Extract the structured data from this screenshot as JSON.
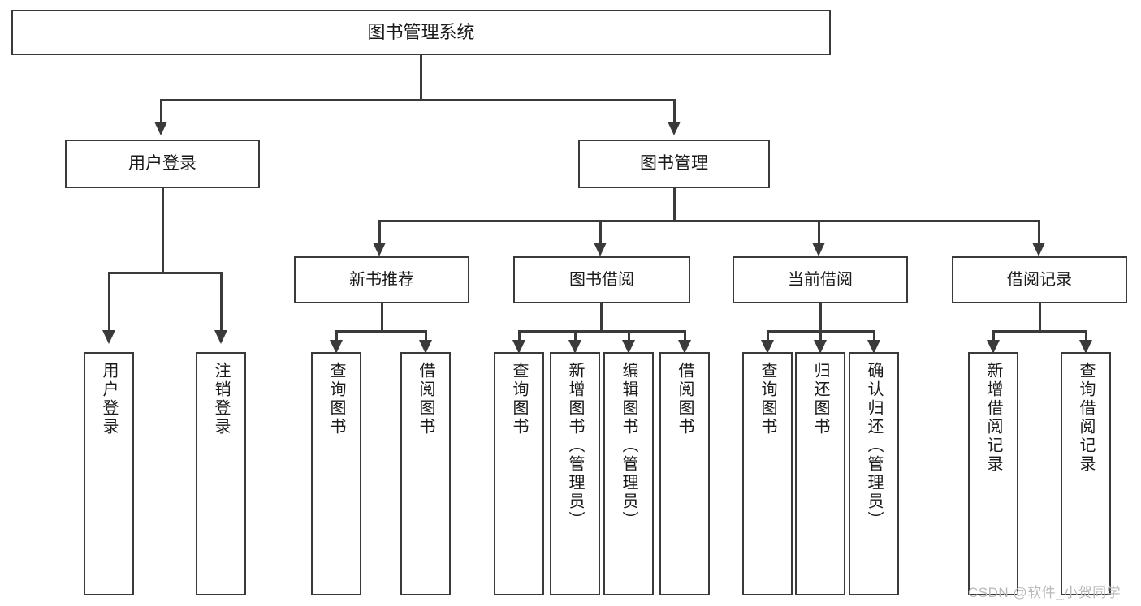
{
  "diagram": {
    "type": "tree-hierarchy",
    "title": "图书管理系统",
    "root": {
      "label": "图书管理系统"
    },
    "level2": [
      {
        "id": "user-login",
        "label": "用户登录"
      },
      {
        "id": "book-manage",
        "label": "图书管理"
      }
    ],
    "level3": [
      {
        "id": "new-book-recommend",
        "label": "新书推荐"
      },
      {
        "id": "book-borrow",
        "label": "图书借阅"
      },
      {
        "id": "current-borrow",
        "label": "当前借阅"
      },
      {
        "id": "borrow-record",
        "label": "借阅记录"
      }
    ],
    "leaves": {
      "user_login": [
        {
          "id": "leaf-user-login",
          "label": "用户登录"
        },
        {
          "id": "leaf-user-logout",
          "label": "注销登录"
        }
      ],
      "new_book_recommend": [
        {
          "id": "leaf-query-book-1",
          "label": "查询图书"
        },
        {
          "id": "leaf-borrow-book-1",
          "label": "借阅图书"
        }
      ],
      "book_borrow": [
        {
          "id": "leaf-query-book-2",
          "label": "查询图书"
        },
        {
          "id": "leaf-add-book",
          "label": "新增图书（管理员）"
        },
        {
          "id": "leaf-edit-book",
          "label": "编辑图书（管理员）"
        },
        {
          "id": "leaf-borrow-book-2",
          "label": "借阅图书"
        }
      ],
      "current_borrow": [
        {
          "id": "leaf-query-book-3",
          "label": "查询图书"
        },
        {
          "id": "leaf-return-book",
          "label": "归还图书"
        },
        {
          "id": "leaf-confirm-return",
          "label": "确认归还（管理员）"
        }
      ],
      "borrow_record": [
        {
          "id": "leaf-add-record",
          "label": "新增借阅记录"
        },
        {
          "id": "leaf-query-record",
          "label": "查询借阅记录"
        }
      ]
    }
  },
  "watermark": {
    "text": "CSDN @软件_小贺同学"
  },
  "colors": {
    "stroke": "#3a3a3a",
    "fill": "#ffffff",
    "text": "#1a1a1a",
    "watermark": "#b9b9b9"
  }
}
